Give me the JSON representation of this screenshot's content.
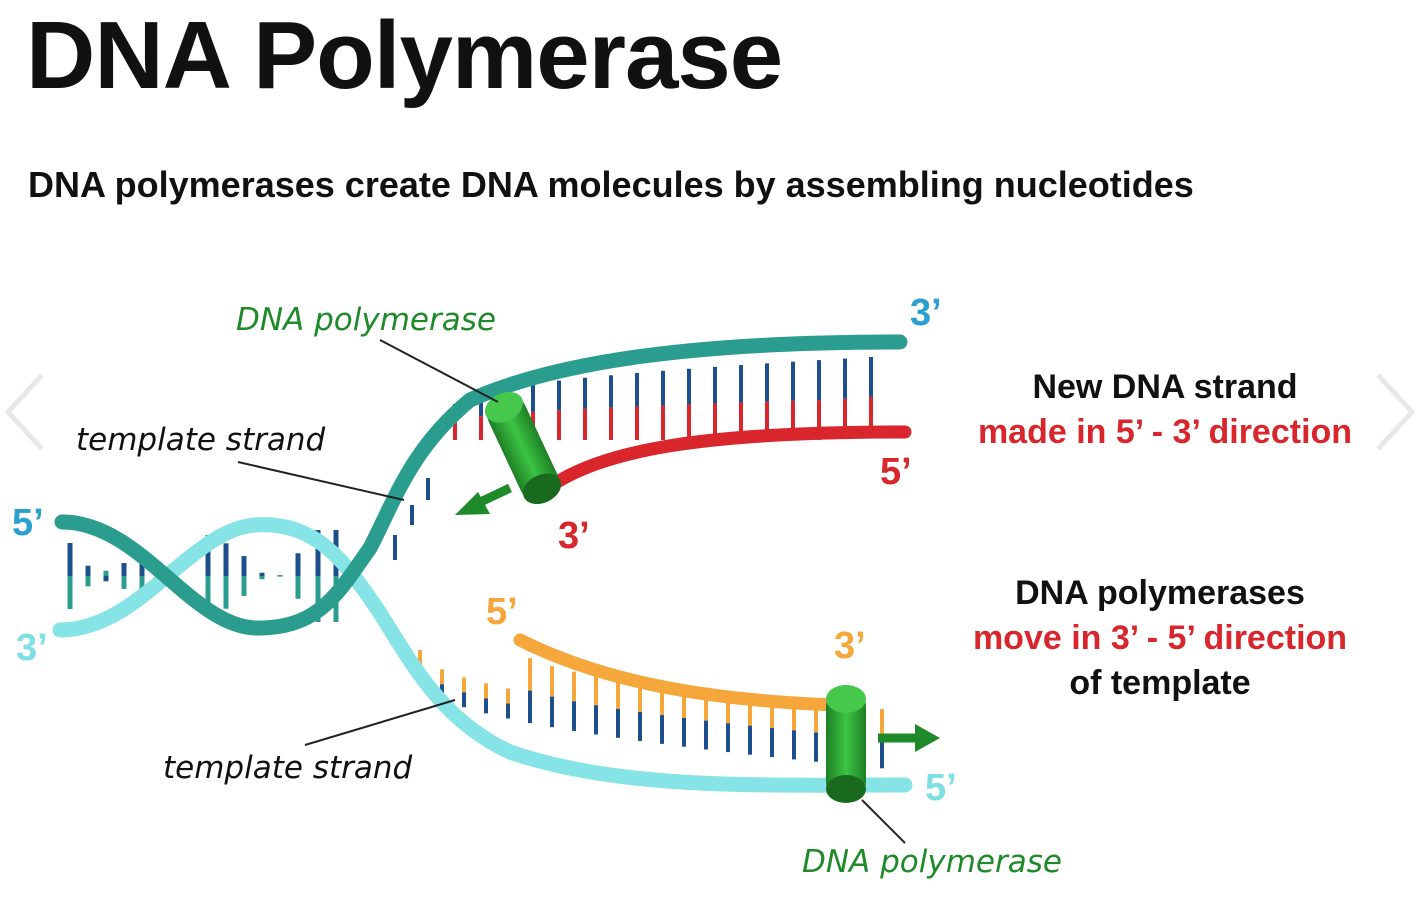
{
  "title": "DNA Polymerase",
  "subtitle": "DNA polymerases create DNA molecules by assembling nucleotides",
  "labels": {
    "polymerase_top": "DNA polymerase",
    "polymerase_bottom": "DNA polymerase",
    "template_top": "template strand",
    "template_bottom": "template strand"
  },
  "ends": {
    "left_top": "5’",
    "left_bottom": "3’",
    "upper_new_right": "3’",
    "red_right": "5’",
    "red_left": "3’",
    "orange_left": "5’",
    "orange_right": "3’",
    "lower_right": "5’"
  },
  "info_top": {
    "line1": "New DNA strand",
    "line2": "made in 5’ - 3’ direction"
  },
  "info_bottom": {
    "line1": "DNA polymerases",
    "line2": "move in 3’ - 5’ direction",
    "line3": "of template"
  },
  "colors": {
    "dark_strand": "#2a9d8f",
    "light_strand": "#86e3e6",
    "new_strand_red": "#d8262c",
    "new_strand_orange": "#f5a73b",
    "polymerase": "#2ea837",
    "rung_navy": "#1d4f8c"
  }
}
